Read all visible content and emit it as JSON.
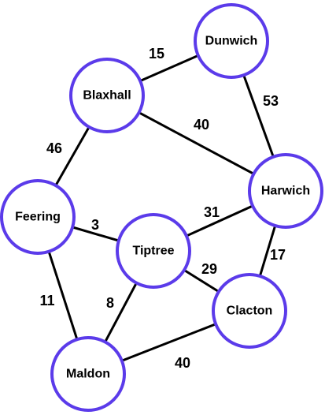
{
  "colors": {
    "node_outline": "#5b3bea",
    "node_fill": "#ffffff",
    "edge": "#000000",
    "text": "#000000"
  },
  "nodes": [
    {
      "id": "dunwich",
      "label": "Dunwich"
    },
    {
      "id": "blaxhall",
      "label": "Blaxhall"
    },
    {
      "id": "harwich",
      "label": "Harwich"
    },
    {
      "id": "feering",
      "label": "Feering"
    },
    {
      "id": "tiptree",
      "label": "Tiptree"
    },
    {
      "id": "clacton",
      "label": "Clacton"
    },
    {
      "id": "maldon",
      "label": "Maldon"
    }
  ],
  "edges": [
    {
      "from": "blaxhall",
      "to": "dunwich",
      "weight": "15"
    },
    {
      "from": "dunwich",
      "to": "harwich",
      "weight": "53"
    },
    {
      "from": "blaxhall",
      "to": "harwich",
      "weight": "40"
    },
    {
      "from": "blaxhall",
      "to": "feering",
      "weight": "46"
    },
    {
      "from": "feering",
      "to": "tiptree",
      "weight": "3"
    },
    {
      "from": "tiptree",
      "to": "harwich",
      "weight": "31"
    },
    {
      "from": "harwich",
      "to": "clacton",
      "weight": "17"
    },
    {
      "from": "tiptree",
      "to": "clacton",
      "weight": "29"
    },
    {
      "from": "feering",
      "to": "maldon",
      "weight": "11"
    },
    {
      "from": "tiptree",
      "to": "maldon",
      "weight": "8"
    },
    {
      "from": "maldon",
      "to": "clacton",
      "weight": "40"
    }
  ]
}
